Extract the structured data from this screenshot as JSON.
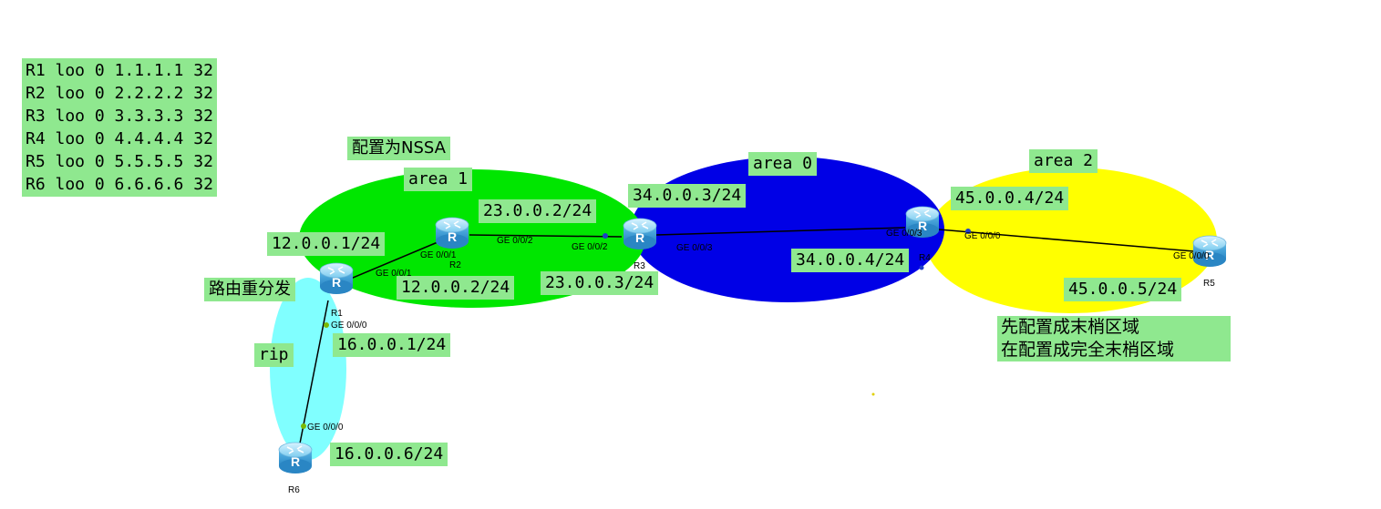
{
  "loopbacks": [
    "R1 loo 0 1.1.1.1 32",
    "R2 loo 0 2.2.2.2 32",
    "R3 loo 0 3.3.3.3 32",
    "R4 loo 0 4.4.4.4 32",
    "R5 loo 0 5.5.5.5 32",
    "R6 loo 0 6.6.6.6 32"
  ],
  "areas": {
    "area1": "area 1",
    "area0": "area 0",
    "area2": "area 2",
    "rip": "rip"
  },
  "area_colors": {
    "area1": "#00e600",
    "area0": "#0000e6",
    "area2": "#ffff00",
    "rip": "#80ffff"
  },
  "notes": {
    "nssa": "配置为NSSA",
    "redistribute": "路由重分发",
    "stub_line1": "先配置成末梢区域",
    "stub_line2": "在配置成完全末梢区域"
  },
  "ips": {
    "r1_r2": "12.0.0.1/24",
    "r2_r1": "12.0.0.2/24",
    "r2_r3": "23.0.0.2/24",
    "r3_r2": "23.0.0.3/24",
    "r3_r4": "34.0.0.3/24",
    "r4_r3": "34.0.0.4/24",
    "r4_r5": "45.0.0.4/24",
    "r5_r4": "45.0.0.5/24",
    "r1_r6": "16.0.0.1/24",
    "r6_r1": "16.0.0.6/24"
  },
  "routers": {
    "r1": "R1",
    "r2": "R2",
    "r3": "R3",
    "r4": "R4",
    "r5": "R5",
    "r6": "R6"
  },
  "ports": {
    "r1_ge001": "GE 0/0/1",
    "r2_ge001": "GE 0/0/1",
    "r2_ge002": "GE 0/0/2",
    "r3_ge002": "GE 0/0/2",
    "r3_ge003": "GE 0/0/3",
    "r4_ge003": "GE 0/0/3",
    "r4_ge000": "GE 0/0/0",
    "r5_ge000": "GE 0/0/0",
    "r1_ge000": "GE 0/0/0",
    "r6_ge000": "GE 0/0/0"
  },
  "router_icon": "router-icon"
}
